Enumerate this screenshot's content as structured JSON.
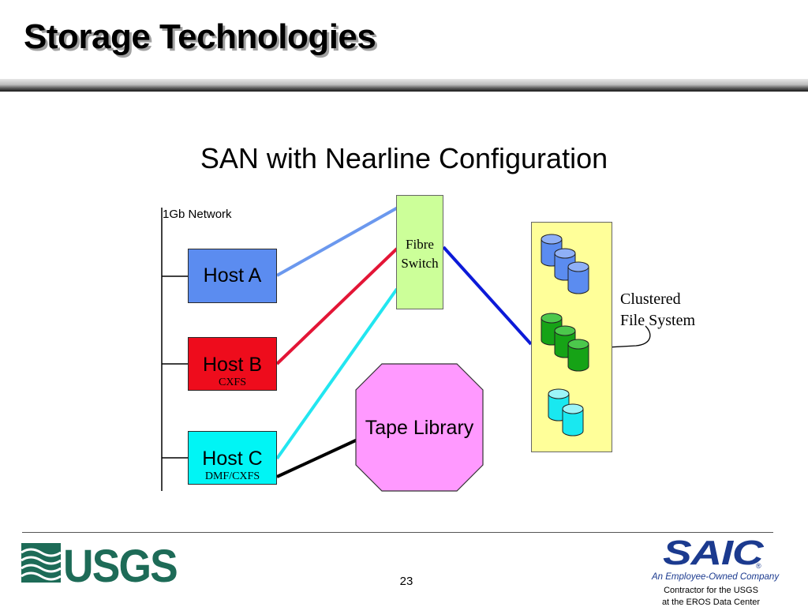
{
  "slide": {
    "title": "Storage Technologies",
    "page_number": "23"
  },
  "diagram": {
    "title": "SAN with Nearline Configuration",
    "network_label": "1Gb Network",
    "hosts": [
      {
        "label": "Host A",
        "sublabel": "",
        "color": "#5b8cf0"
      },
      {
        "label": "Host B",
        "sublabel": "CXFS",
        "color": "#ee0c1c"
      },
      {
        "label": "Host C",
        "sublabel": "DMF/CXFS",
        "color": "#00f5f5"
      }
    ],
    "switch": {
      "line1": "Fibre",
      "line2": "Switch",
      "color": "#ccff99"
    },
    "storage": {
      "label_line1": "Clustered",
      "label_line2": "File System",
      "color": "#ffff99"
    },
    "tape_library": {
      "label": "Tape Library",
      "color": "#ff99ff"
    },
    "link_colors": {
      "host_a": "#6b98ee",
      "host_b": "#e31536",
      "host_c": "#22e6f0",
      "tape": "#000000",
      "storage": "#0c1ad8"
    },
    "disk_colors": {
      "blue": "#5b8cf0",
      "green": "#16a316",
      "cyan": "#19e8f0"
    }
  },
  "footer": {
    "usgs_logo": "USGS",
    "saic_logo": "SAIC",
    "saic_registered": "®",
    "saic_tagline": "An Employee-Owned Company",
    "contractor_line1": "Contractor for the USGS",
    "contractor_line2": "at the EROS Data Center"
  }
}
